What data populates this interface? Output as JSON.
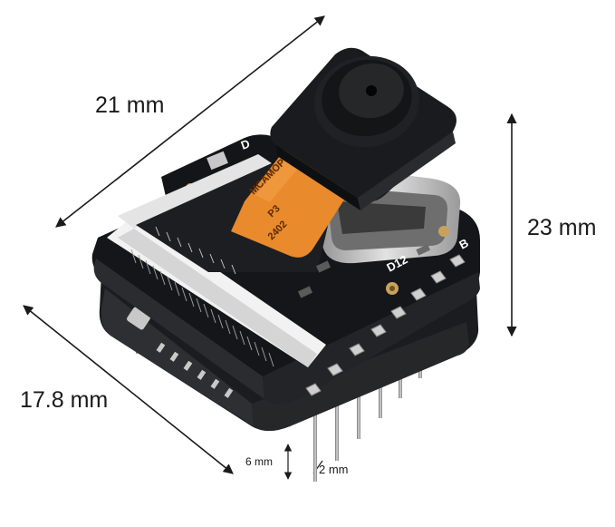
{
  "dimensions": {
    "width": "21 mm",
    "height": "23 mm",
    "depth": "17.8 mm",
    "pin_length": "6 mm",
    "pin_pitch": "2 mm"
  },
  "board_silkscreen": {
    "pin_label_top": "D12",
    "pad_label": "B",
    "edge_label": "D"
  },
  "flex_cable_print": {
    "line1": "MCAMOP",
    "line2": "P3",
    "line3": "2402"
  },
  "colors": {
    "pcb": "#15161a",
    "pcb_edge": "#2b2c30",
    "flex": "#e98a2c",
    "connector": "#eeeeee",
    "metal": "#bdbdbd",
    "gold": "#c9a25a",
    "pin": "#9a9a9a",
    "dimension_line": "#1a1a1a"
  }
}
